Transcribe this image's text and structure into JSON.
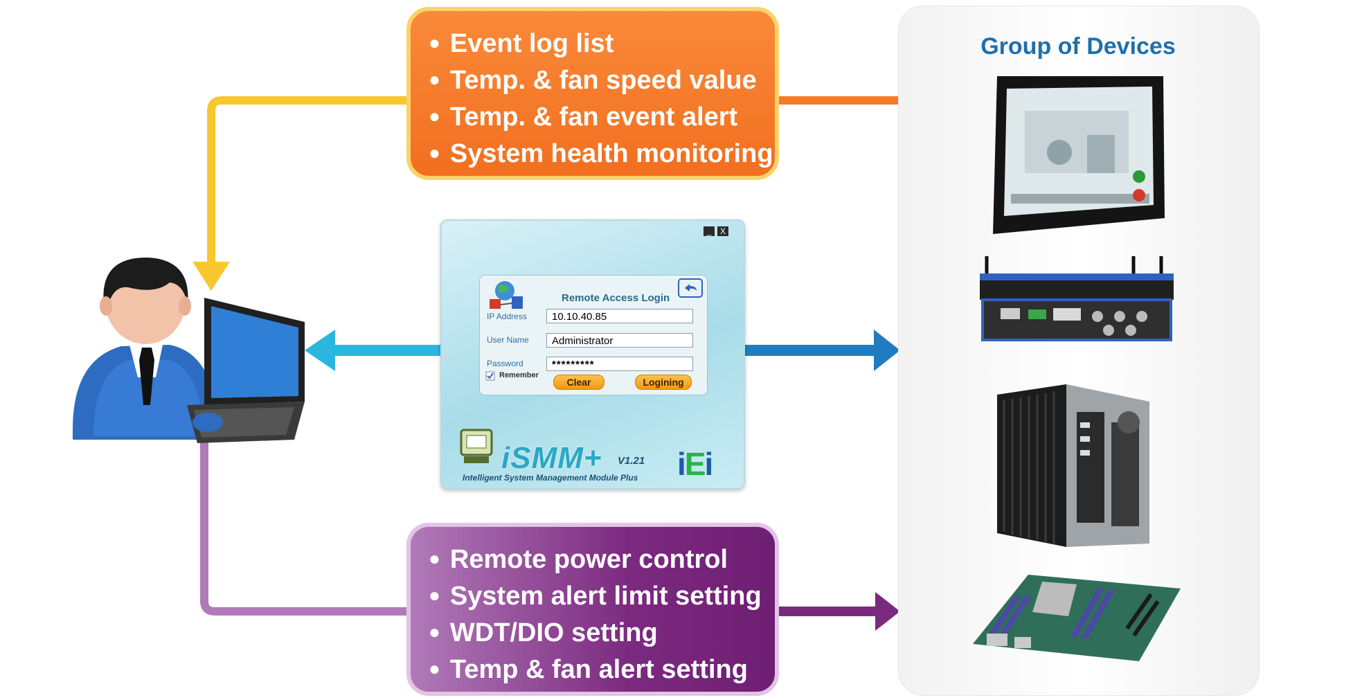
{
  "top_box": {
    "items": [
      "Event log list",
      "Temp. & fan speed value",
      "Temp. & fan event alert",
      "System health monitoring"
    ]
  },
  "bottom_box": {
    "items": [
      "Remote power control",
      "System alert limit setting",
      "WDT/DIO setting",
      "Temp & fan alert setting"
    ]
  },
  "devices": {
    "title": "Group of Devices"
  },
  "login_window": {
    "title": "Remote Access Login",
    "ip_label": "IP Address",
    "ip_value": "10.10.40.85",
    "user_label": "User Name",
    "user_value": "Administrator",
    "password_label": "Password",
    "password_value": "*********",
    "remember_label": "Remember",
    "clear_label": "Clear",
    "login_label": "Logining",
    "minimize_symbol": "_",
    "close_symbol": "X",
    "brand_name": "iSMM+",
    "brand_version": "V1.21",
    "brand_tagline": "Intelligent System Management Module Plus",
    "vendor_logo_text": "iEi"
  },
  "colors": {
    "top_box": "#f47b28",
    "bottom_box": "#7a2a7e",
    "yellow_arrow": "#f8c72e",
    "orange_line": "#f47b28",
    "cyan_arrow": "#2bb6df",
    "blue_arrow": "#1f7cc0",
    "purple_line": "#b07ab8",
    "purple_arrow": "#7a2a7e",
    "devices_title": "#1f6fad"
  }
}
